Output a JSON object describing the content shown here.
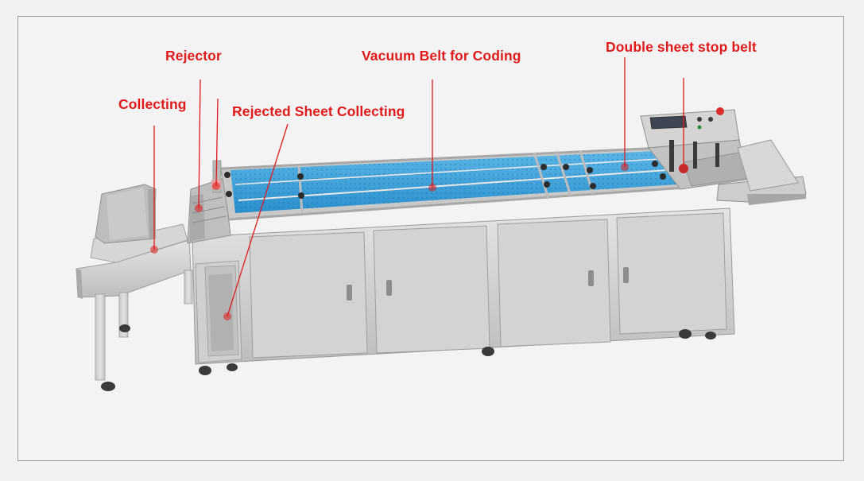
{
  "labels": {
    "rejector": "Rejector",
    "vacuum_belt": "Vacuum Belt for Coding",
    "double_sheet": "Double sheet stop belt",
    "collecting": "Collecting",
    "rejected_collecting": "Rejected Sheet Collecting"
  },
  "colors": {
    "callout": "#e01a1a",
    "belt": "#2f9fd8",
    "steel": "#cfcfcf",
    "frame_border": "#9a9a9a"
  }
}
